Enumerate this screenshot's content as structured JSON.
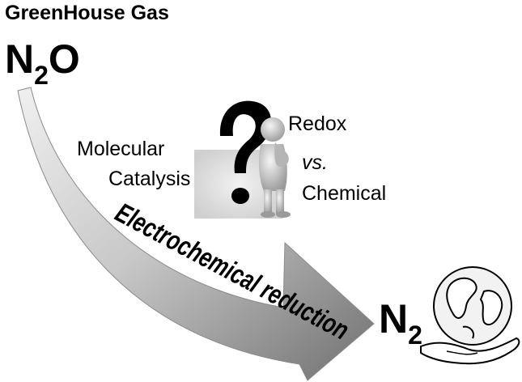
{
  "header": {
    "label": "GreenHouse Gas"
  },
  "reactant": {
    "main": "N",
    "subscript": "2",
    "tail": "O"
  },
  "product": {
    "main": "N",
    "subscript": "2"
  },
  "process": {
    "label": "Electrochemical reduction"
  },
  "left_question": {
    "line1": "Molecular",
    "line2": "Catalysis"
  },
  "right_question": {
    "line1": "Redox",
    "line2": "vs.",
    "line3": "Chemical"
  },
  "icons": {
    "thinker": "question-mark-thinker-icon",
    "globe": "globe-in-hand-icon"
  },
  "colors": {
    "arrow_light": "#e6e6e6",
    "arrow_dark": "#707070",
    "text": "#000000",
    "thinker_panel": "#d9d9d9"
  }
}
